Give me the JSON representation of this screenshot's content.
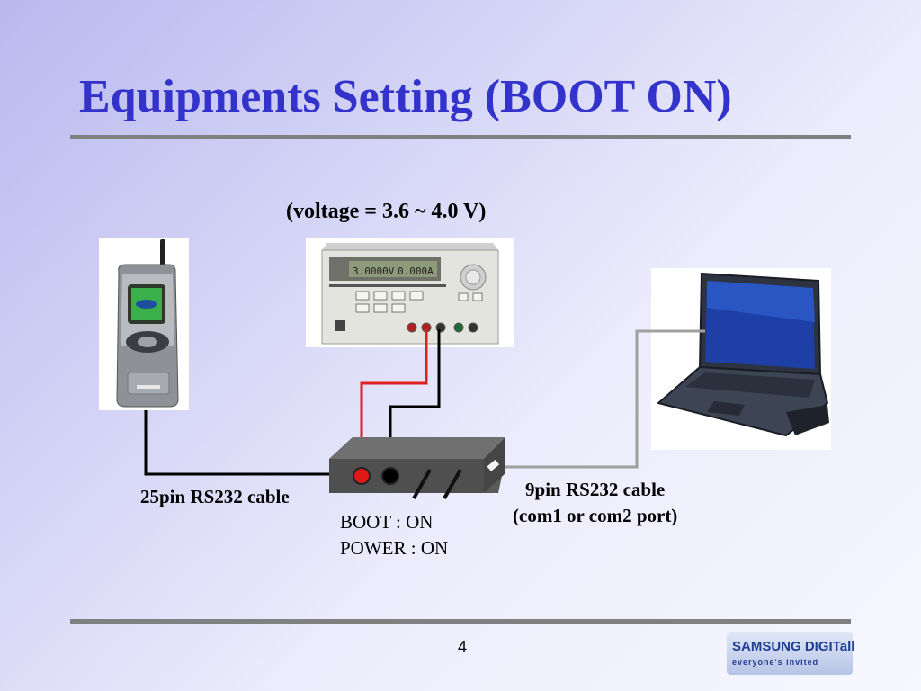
{
  "slide": {
    "title": "Equipments Setting (BOOT ON)",
    "page_number": "4"
  },
  "diagram": {
    "voltage_label": "(voltage = 3.6 ~ 4.0 V)",
    "cable_25pin": "25pin RS232 cable",
    "cable_9pin_line1": "9pin RS232 cable",
    "cable_9pin_line2": "(com1 or com2 port)",
    "boot_status": "BOOT : ON",
    "power_status": "POWER : ON",
    "power_supply_display_voltage": "3.0000V",
    "power_supply_display_current": "0.000A"
  },
  "logo": {
    "brand_line": "SAMSUNG DIGITall",
    "tagline": "everyone's invited"
  },
  "colors": {
    "title": "#3333cc",
    "red_wire": "#e02020",
    "black_wire": "#000000",
    "gray_cable": "#a0a0a0",
    "rule": "#808080"
  }
}
